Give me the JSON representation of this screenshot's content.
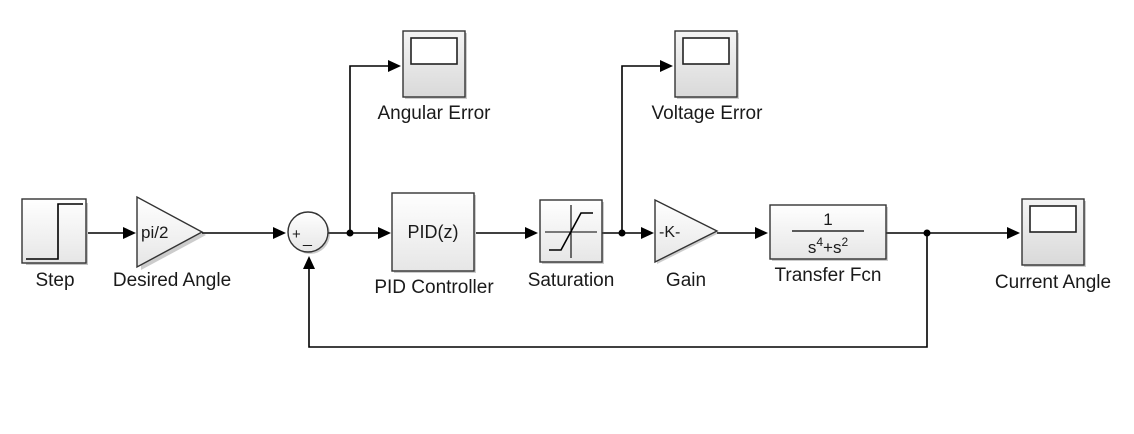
{
  "diagram": {
    "blocks": {
      "step": {
        "label": "Step"
      },
      "desired_angle": {
        "label": "Desired Angle",
        "gain_text": "pi/2"
      },
      "sum": {
        "plus_sign": "+",
        "minus_sign": "_"
      },
      "angular_error": {
        "label": "Angular Error"
      },
      "pid_controller": {
        "label": "PID Controller",
        "text": "PID(z)"
      },
      "saturation": {
        "label": "Saturation"
      },
      "voltage_error": {
        "label": "Voltage Error"
      },
      "gain": {
        "label": "Gain",
        "gain_text": "-K-"
      },
      "transfer_fcn": {
        "label": "Transfer Fcn",
        "numerator": "1",
        "denominator_base_1": "s",
        "denominator_exp_1": "4",
        "denominator_op": "+",
        "denominator_base_2": "s",
        "denominator_exp_2": "2"
      },
      "current_angle": {
        "label": "Current Angle"
      }
    },
    "colors": {
      "line": "#000000",
      "block_border": "#333333",
      "block_fill_light": "#ffffff",
      "block_fill_dark": "#e6e6e6"
    }
  }
}
